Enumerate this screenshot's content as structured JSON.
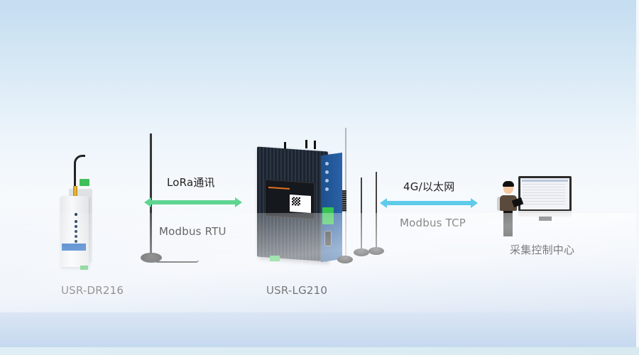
{
  "diagram": {
    "type": "network-topology",
    "background_colors": {
      "top": "#c4ddf0",
      "middle": "#f7fafd",
      "bottom": "#c5d9ef"
    },
    "nodes": [
      {
        "id": "dr216",
        "label": "USR-DR216",
        "kind": "LoRa DTU terminal device (DIN-rail, with magnetic antenna)"
      },
      {
        "id": "lg210",
        "label": "USR-LG210",
        "kind": "LoRa gateway (with 3 antennas)"
      },
      {
        "id": "center",
        "label": "采集控制中心",
        "kind": "control center (person with monitor)"
      }
    ],
    "links": [
      {
        "from": "dr216",
        "to": "lg210",
        "top_label": "LoRa通讯",
        "bottom_label": "Modbus RTU",
        "color": "#5fd592",
        "direction": "bidirectional"
      },
      {
        "from": "lg210",
        "to": "center",
        "top_label": "4G/以太网",
        "bottom_label": "Modbus TCP",
        "color": "#5fcbea",
        "direction": "bidirectional"
      }
    ]
  }
}
